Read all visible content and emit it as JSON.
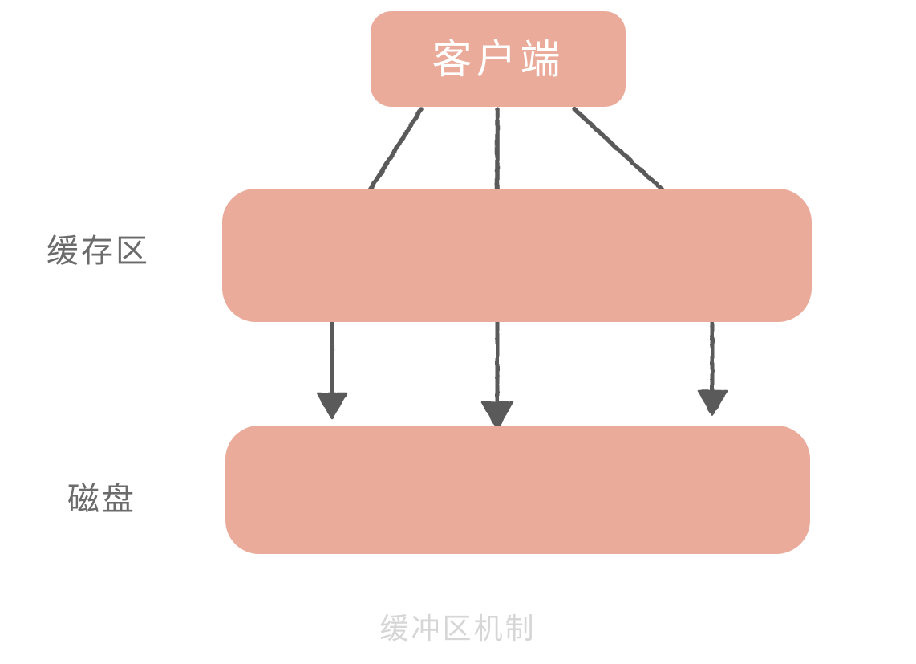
{
  "figure": {
    "caption": "缓冲区机制",
    "caption_color": "#d6d6d6",
    "background_color": "#ffffff"
  },
  "palette": {
    "block_fill": "#eaab9b",
    "slot_fill": "#ffffff",
    "arrow_stroke": "#5a5a5a",
    "label_text": "#6b6b6b",
    "client_text": "#ffffff"
  },
  "nodes": {
    "client": {
      "label": "客户端",
      "shape": "rounded-rectangle",
      "fill": "#eaab9b",
      "text_color": "#ffffff"
    },
    "cache": {
      "label": "缓存区",
      "shape": "rounded-rectangle",
      "fill": "#eaab9b",
      "slot_count": 3,
      "slots": [
        {
          "name": "buffer-slot-1",
          "label": ""
        },
        {
          "name": "buffer-slot-2",
          "label": ""
        },
        {
          "name": "buffer-slot-3",
          "label": ""
        }
      ]
    },
    "disk": {
      "label": "磁盘",
      "shape": "rounded-rectangle",
      "fill": "#eaab9b"
    }
  },
  "edges": [
    {
      "name": "client-to-buffer-1",
      "from": "client",
      "to": "buffer-slot-1",
      "style": "hand-drawn-arrow",
      "direction": "down-left"
    },
    {
      "name": "client-to-buffer-2",
      "from": "client",
      "to": "buffer-slot-2",
      "style": "hand-drawn-arrow",
      "direction": "down"
    },
    {
      "name": "client-to-buffer-3",
      "from": "client",
      "to": "buffer-slot-3",
      "style": "hand-drawn-arrow",
      "direction": "down-right"
    },
    {
      "name": "buffer-1-to-disk",
      "from": "buffer-slot-1",
      "to": "disk",
      "style": "hand-drawn-arrow",
      "direction": "down"
    },
    {
      "name": "buffer-2-to-disk",
      "from": "buffer-slot-2",
      "to": "disk",
      "style": "hand-drawn-arrow",
      "direction": "down"
    },
    {
      "name": "buffer-3-to-disk",
      "from": "buffer-slot-3",
      "to": "disk",
      "style": "hand-drawn-arrow",
      "direction": "down"
    }
  ]
}
